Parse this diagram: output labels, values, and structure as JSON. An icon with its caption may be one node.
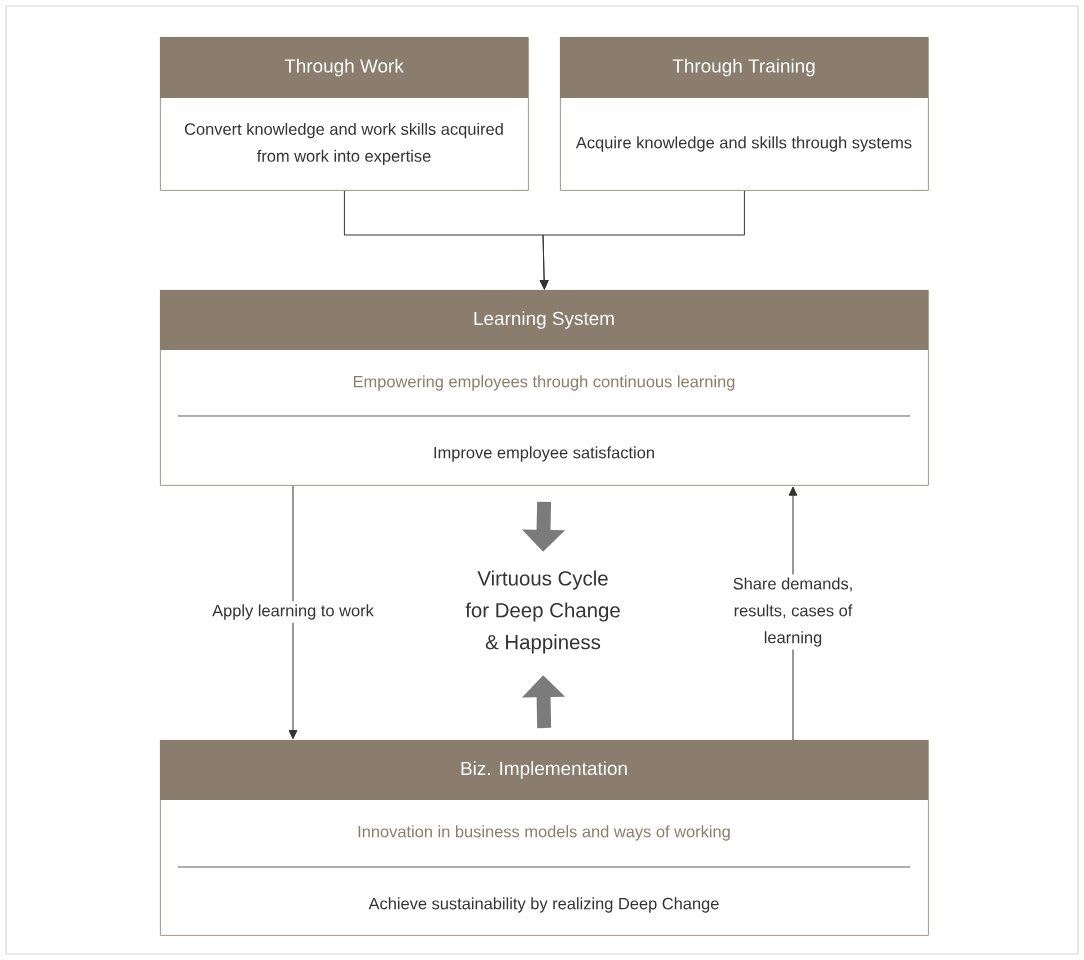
{
  "diagram": {
    "nodes": [
      {
        "text": [
          "Through Work",
          "Convert knowledge and work skills acquired from work into expertise"
        ]
      },
      {
        "text": [
          "Through Training",
          "Acquire knowledge and skills through systems"
        ]
      },
      {
        "text": [
          "Learning System",
          "Empowering employees through continuous learning",
          "Improve employee satisfaction"
        ]
      },
      {
        "text": [
          "Virtuous Cycle for Deep Change & Happiness"
        ]
      },
      {
        "text": [
          "Biz. Implementation",
          "Innovation in business models and ways of working",
          "Achieve sustainability by realizing Deep Change"
        ]
      }
    ],
    "edges": [
      {
        "from": 0,
        "to": 2,
        "arrow": "to"
      },
      {
        "from": 1,
        "to": 2,
        "arrow": "to"
      },
      {
        "from": 2,
        "to": 4,
        "arrow": "to",
        "label": "Apply learning to work"
      },
      {
        "from": 4,
        "to": 2,
        "arrow": "to",
        "label": "Share demands, results, cases of learning"
      },
      {
        "from": 2,
        "to": 3,
        "arrow": "to",
        "style": "thick",
        "color": "#7b7b7b"
      },
      {
        "from": 4,
        "to": 3,
        "arrow": "to",
        "style": "thick",
        "color": "#7b7b7b"
      }
    ]
  }
}
